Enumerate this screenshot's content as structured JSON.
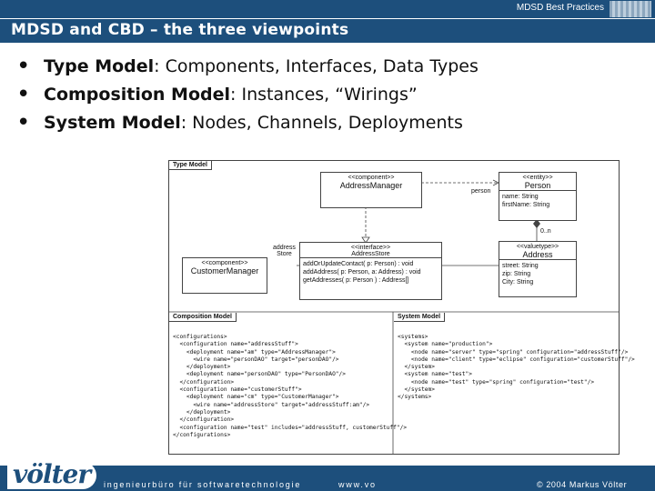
{
  "header": {
    "label": "MDSD Best Practices",
    "title": "MDSD and CBD – the three viewpoints"
  },
  "bullets": [
    {
      "term": "Type Model",
      "rest": ": Components, Interfaces, Data Types"
    },
    {
      "term": "Composition Model",
      "rest": ": Instances, “Wirings”"
    },
    {
      "term": "System Model",
      "rest": ": Nodes, Channels, Deployments"
    }
  ],
  "diagram": {
    "type_model_tab": "Type Model",
    "composition_tab": "Composition Model",
    "system_tab": "System Model",
    "address_manager": {
      "stereo": "<<component>>",
      "name": "AddressManager"
    },
    "person": {
      "stereo": "<<entity>>",
      "name": "Person",
      "attrs": "name: String\nfirstName: String"
    },
    "customer_manager": {
      "stereo": "<<component>>",
      "name": "CustomerManager"
    },
    "address_store": {
      "stereo": "<<interface>>",
      "name": "AddressStore",
      "ops": "addOrUpdateContact( p: Person) : void\naddAddress( p: Person, a: Address) : void\ngetAddresses( p: Person ) : Address[]"
    },
    "address": {
      "stereo": "<<valuetype>>",
      "name": "Address",
      "attrs": "street: String\nzip: String\nCity: String"
    },
    "label_person": "person",
    "label_address_store": "address\nStore",
    "label_mult": "0..n",
    "composition_xml": "<configurations>\n  <configuration name=\"addressStuff\">\n    <deployment name=\"am\" type=\"AddressManager\">\n      <wire name=\"personDAO\" target=\"personDAO\"/>\n    </deployment>\n    <deployment name=\"personDAO\" type=\"PersonDAO\"/>\n  </configuration>\n  <configuration name=\"customerStuff\">\n    <deployment name=\"cm\" type=\"CustomerManager\">\n      <wire name=\"addressStore\" target=\"addressStuff:am\"/>\n    </deployment>\n  </configuration>\n  <configuration name=\"test\" includes=\"addressStuff, customerStuff\"/>\n</configurations>",
    "system_xml": "<systems>\n  <system name=\"production\">\n    <node name=\"server\" type=\"spring\" configuration=\"addressStuff\"/>\n    <node name=\"client\" type=\"eclipse\" configuration=\"customerStuff\"/>\n  </system>\n  <system name=\"test\">\n    <node name=\"test\" type=\"spring\" configuration=\"test\"/>\n  </system>\n</systems>"
  },
  "footer": {
    "logo": "völter",
    "tagline": "ingenieurbüro für softwaretechnologie",
    "url": "www.vo",
    "copyright": "© 2004 Markus Völter"
  },
  "colors": {
    "brand": "#1d4f7c",
    "text": "#111111",
    "background": "#ffffff"
  }
}
